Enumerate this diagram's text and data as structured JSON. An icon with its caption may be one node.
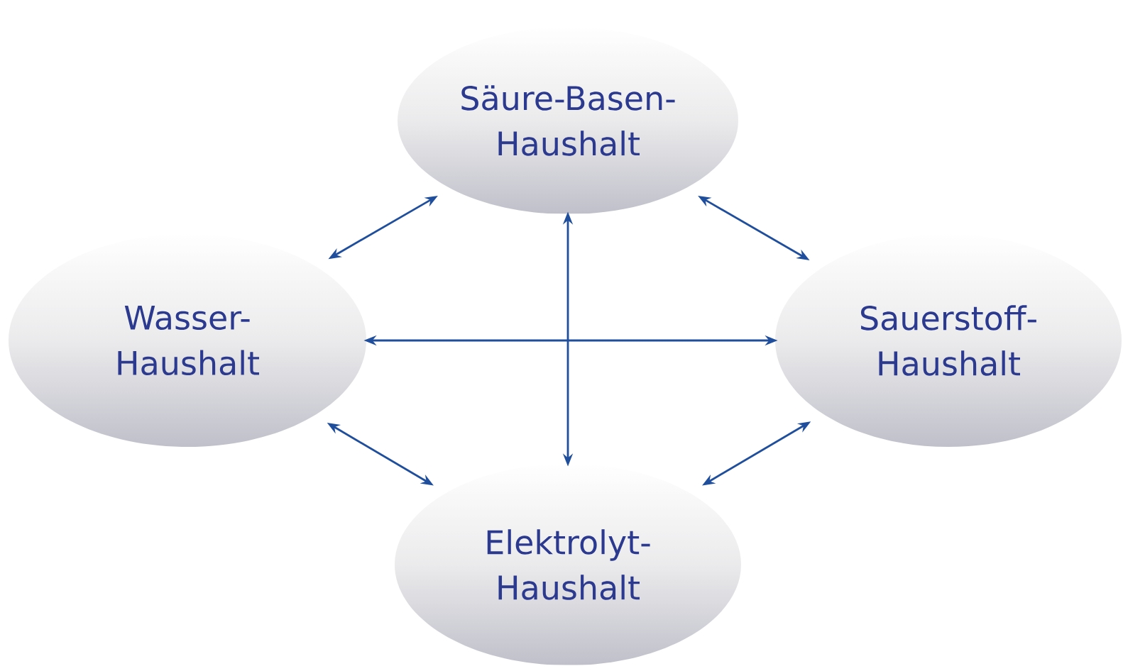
{
  "diagram": {
    "nodes": [
      {
        "text": [
          "Säure-Basen- Haushalt"
        ]
      },
      {
        "text": [
          "Wasser- Haushalt"
        ]
      },
      {
        "text": [
          "Sauerstoff- Haushalt"
        ]
      },
      {
        "text": [
          "Elektrolyt- Haushalt"
        ]
      }
    ],
    "edges": [
      {
        "from": 0,
        "to": 1,
        "arrow": "both"
      },
      {
        "from": 0,
        "to": 2,
        "arrow": "both"
      },
      {
        "from": 1,
        "to": 2,
        "arrow": "both"
      },
      {
        "from": 0,
        "to": 3,
        "arrow": "both"
      },
      {
        "from": 1,
        "to": 3,
        "arrow": "both"
      },
      {
        "from": 2,
        "to": 3,
        "arrow": "both"
      }
    ]
  }
}
